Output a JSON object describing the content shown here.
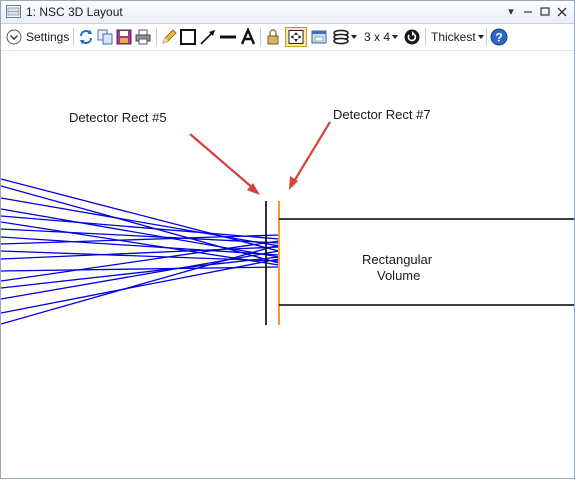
{
  "window": {
    "title": "1: NSC 3D Layout",
    "controls": [
      "▾",
      "▭",
      "✕"
    ]
  },
  "toolbar": {
    "settings_label": "Settings",
    "settings_chevron": "⌄",
    "grid_label": "3 x 4",
    "thickness_label": "Thickest",
    "help_label": "?",
    "icons": [
      "refresh-icon",
      "copy-icon",
      "save-icon",
      "print-icon",
      "pencil-icon",
      "rectangle-icon",
      "arrow-line-icon",
      "line-icon",
      "text-icon",
      "lock-icon",
      "fit-icon",
      "window-icon",
      "layers-icon",
      "rotate-icon"
    ]
  },
  "layout": {
    "annotation_left": "Detector Rect #5",
    "annotation_right": "Detector Rect #7",
    "volume_label_line1": "Rectangular",
    "volume_label_line2": "Volume"
  },
  "colors": {
    "ray": "#0000e0",
    "arrow": "#d9413a",
    "detector7": "#f0a030",
    "detector5": "#000000"
  }
}
